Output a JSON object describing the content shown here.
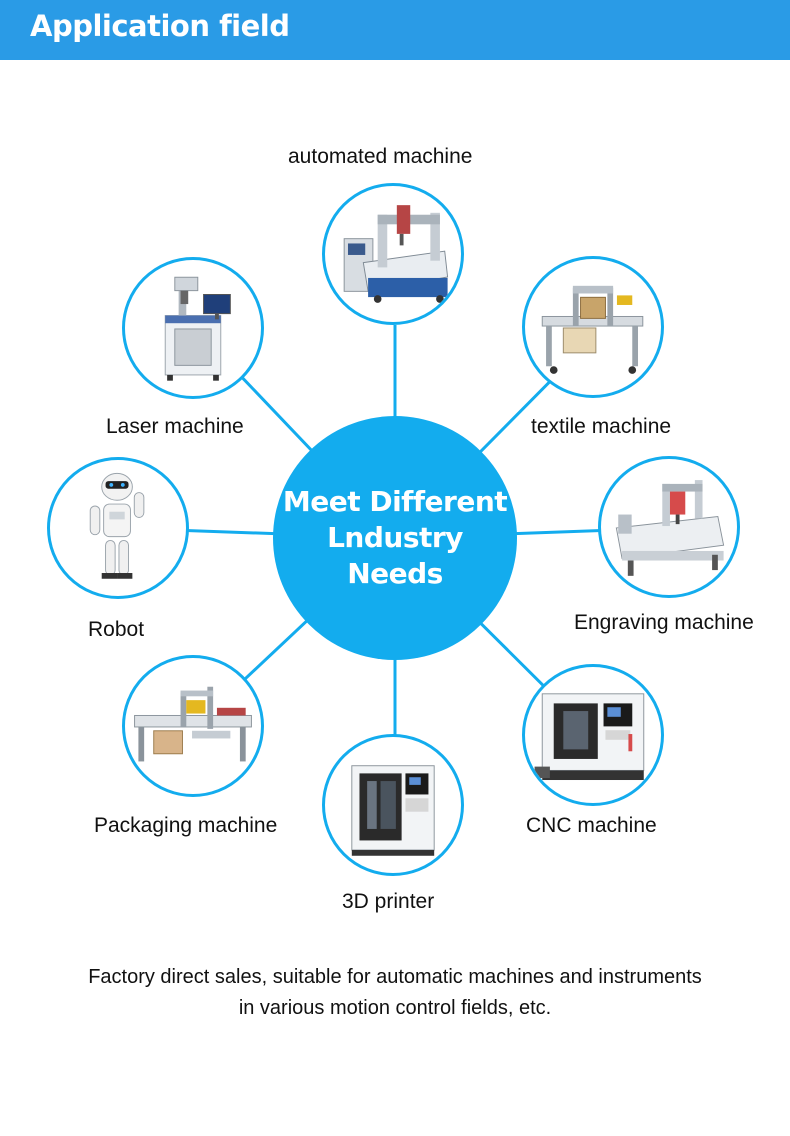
{
  "header": {
    "title": "Application field",
    "bg_color": "#2a9be6"
  },
  "hub": {
    "lines": [
      "Meet Different",
      "Lndustry",
      "Needs"
    ],
    "color": "#13acee"
  },
  "nodes": [
    {
      "id": "automated",
      "label": "automated machine",
      "icon": "cnc-router-icon"
    },
    {
      "id": "laser",
      "label": "Laser machine",
      "icon": "laser-machine-icon"
    },
    {
      "id": "textile",
      "label": "textile machine",
      "icon": "textile-machine-icon"
    },
    {
      "id": "robot",
      "label": "Robot",
      "icon": "robot-icon"
    },
    {
      "id": "engraving",
      "label": "Engraving machine",
      "icon": "engraving-machine-icon"
    },
    {
      "id": "packaging",
      "label": "Packaging machine",
      "icon": "packaging-machine-icon"
    },
    {
      "id": "cnc",
      "label": "CNC machine",
      "icon": "cnc-machine-icon"
    },
    {
      "id": "printer",
      "label": "3D printer",
      "icon": "3d-printer-icon"
    }
  ],
  "footer": {
    "line1": "Factory direct sales, suitable for automatic machines and instruments",
    "line2": "in various motion control fields, etc."
  }
}
